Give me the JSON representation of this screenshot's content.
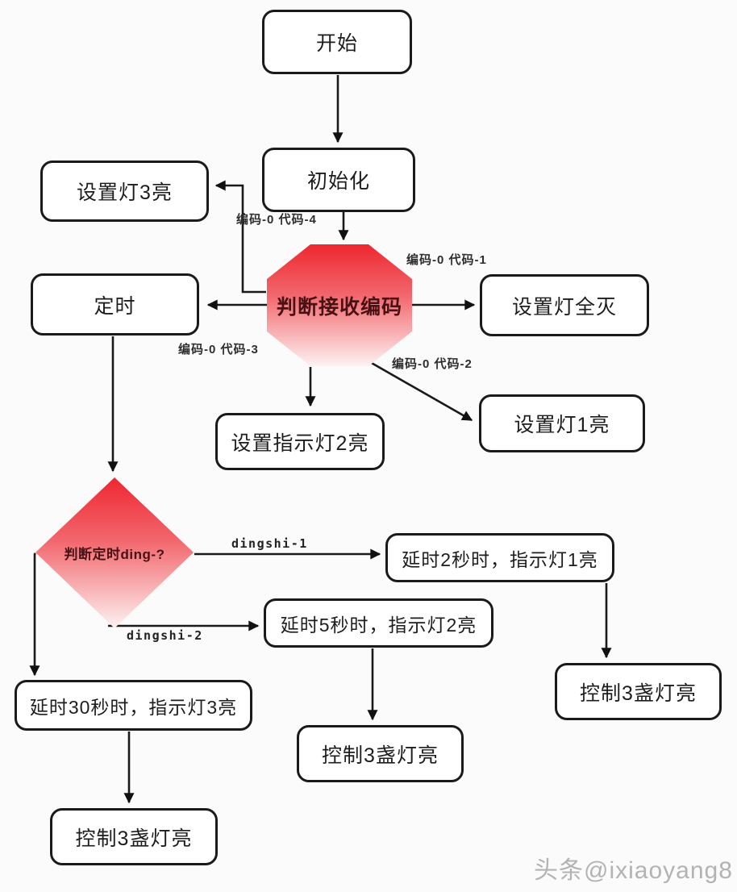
{
  "nodes": {
    "start": {
      "label": "开始"
    },
    "init": {
      "label": "初始化"
    },
    "set_light3": {
      "label": "设置灯3亮"
    },
    "timer": {
      "label": "定时"
    },
    "judge_code": {
      "label": "判断接收编码"
    },
    "all_off": {
      "label": "设置灯全灭"
    },
    "indicator2": {
      "label": "设置指示灯2亮"
    },
    "set_light1": {
      "label": "设置灯1亮"
    },
    "judge_timer": {
      "label": "判断定时ding-?"
    },
    "delay2": {
      "label": "延时2秒时，指示灯1亮"
    },
    "delay5": {
      "label": "延时5秒时，指示灯2亮"
    },
    "delay30": {
      "label": "延时30秒时，指示灯3亮"
    },
    "control_right": {
      "label": "控制3盏灯亮"
    },
    "control_mid": {
      "label": "控制3盏灯亮"
    },
    "control_left": {
      "label": "控制3盏灯亮"
    }
  },
  "edge_labels": {
    "code4": "编码-0  代码-4",
    "code1": "编码-0  代码-1",
    "code3": "编码-0  代码-3",
    "code2": "编码-0  代码-2",
    "dingshi1": "dingshi-1",
    "dingshi2": "dingshi-2"
  },
  "watermark": "头条@ixiaoyang8",
  "colors": {
    "gradient_top": "#ee2730",
    "gradient_mid": "#f2676d",
    "gradient_bottom": "#fdf2f2",
    "shape_text": "#4a1115",
    "node_border": "#1a1a1a",
    "edge_stroke": "#1a1a1a",
    "watermark_gray": "#b3b3b3"
  }
}
